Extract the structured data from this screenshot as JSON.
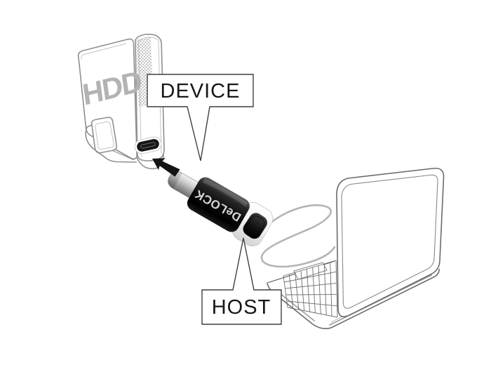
{
  "labels": {
    "device_callout": "DEVICE",
    "host_callout": "HOST",
    "hdd_label": "HDD",
    "adapter_brand": "DeLOCK"
  },
  "colors": {
    "background": "#ffffff",
    "outline_gray": "#8f8f8f",
    "laptop_outline": "#6b6b6b",
    "hdd_text": "#b3b3b3",
    "vent_dots": "#a6a6a6",
    "cable_gray": "#b5b5b5",
    "callout_border": "#3f3f3f",
    "callout_text": "#161616",
    "arrow_black": "#141414",
    "adapter_body_black": "#0d0d0d",
    "adapter_collar_white": "#f5f5f5",
    "usb_plug_silver": "#b8b8b8",
    "port_black": "#161616",
    "brand_text": "#d6d6d6"
  }
}
